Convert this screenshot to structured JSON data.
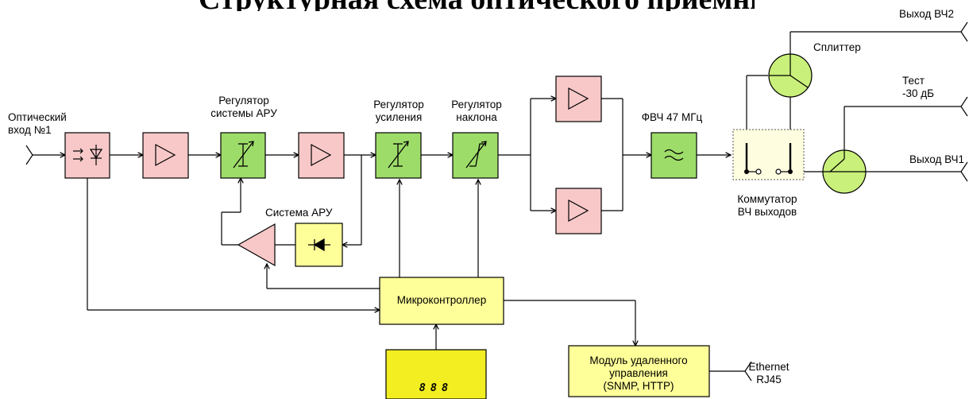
{
  "title": "Структурная схема оптического приемника",
  "labels": {
    "optical_input": [
      "Оптический",
      "вход №1"
    ],
    "agc_regulator": [
      "Регулятор",
      "системы АРУ"
    ],
    "gain_regulator": [
      "Регулятор",
      "усиления"
    ],
    "slope_regulator": [
      "Регулятор",
      "наклона"
    ],
    "hpf": "ФВЧ 47 МГц",
    "agc_system": "Система АРУ",
    "microcontroller": "Микроконтроллер",
    "remote_module": [
      "Модуль удаленного",
      "управления",
      "(SNMP, HTTP)"
    ],
    "ethernet": [
      "Ethernet",
      "RJ45"
    ],
    "splitter": "Сплиттер",
    "switch": [
      "Коммутатор",
      "ВЧ выходов"
    ],
    "out_rf2": "Выход ВЧ2",
    "test": [
      "Тест",
      "-30 дБ"
    ],
    "out_rf1": "Выход ВЧ1",
    "display": "888"
  },
  "colors": {
    "pink": "#f8c8c8",
    "green": "#9edc6a",
    "yellow": "#ffff99",
    "switch_bg": "#fffde0",
    "display_bg": "#f2ee22",
    "display_digits": "#1ec31e"
  }
}
